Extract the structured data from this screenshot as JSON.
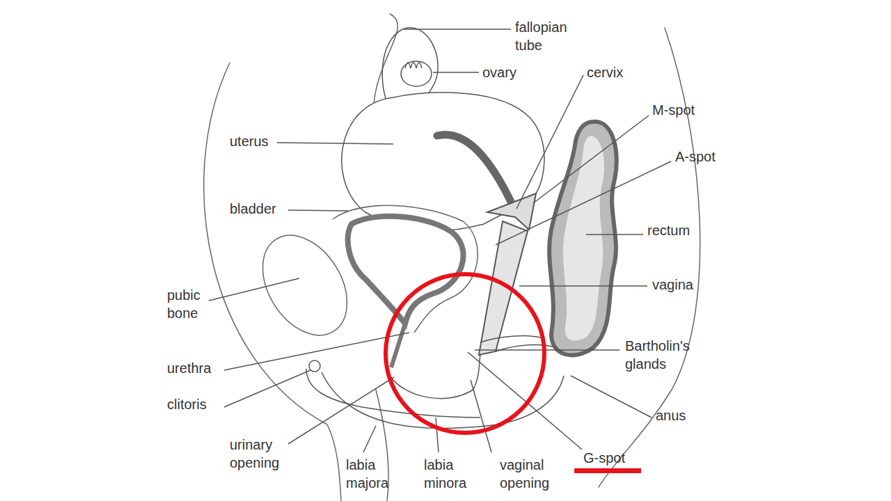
{
  "diagram": {
    "labels": [
      "fallopian tube",
      "ovary",
      "cervix",
      "M-spot",
      "A-spot",
      "uterus",
      "rectum",
      "bladder",
      "vagina",
      "pubic bone",
      "Bartholin's glands",
      "urethra",
      "clitoris",
      "anus",
      "urinary opening",
      "labia majora",
      "labia minora",
      "vaginal opening",
      "G-spot"
    ]
  }
}
